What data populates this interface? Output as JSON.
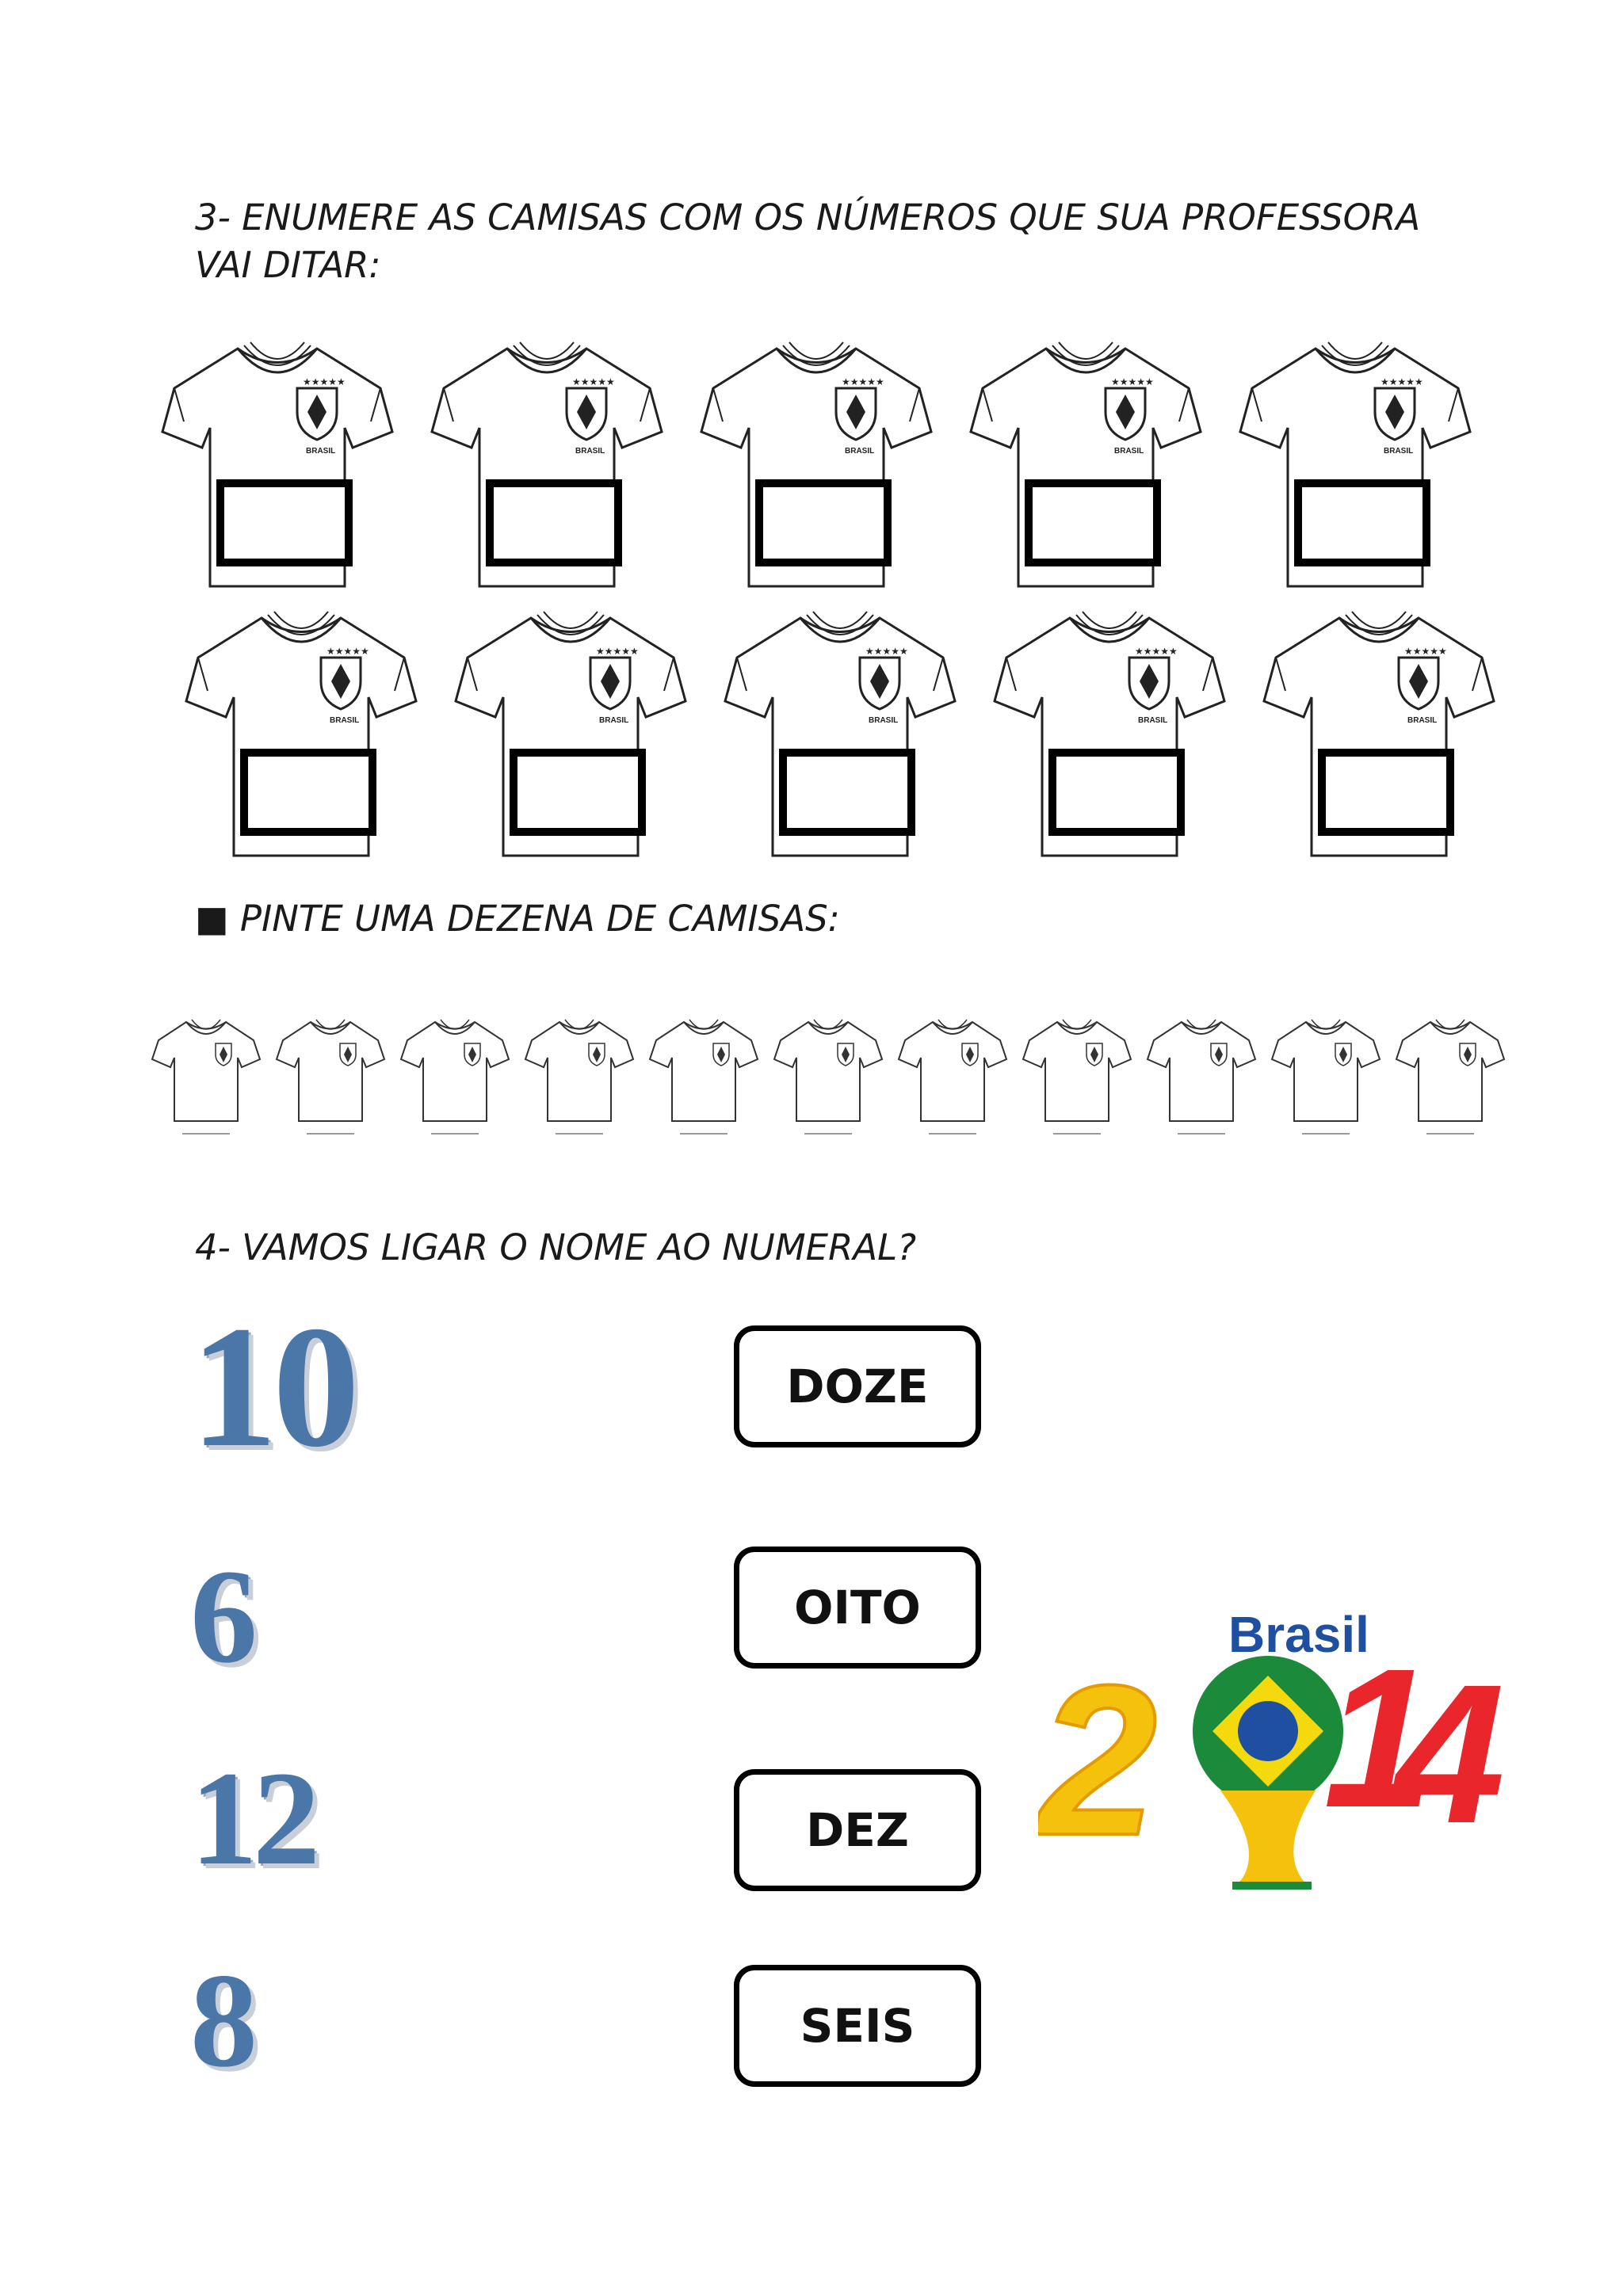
{
  "section3": {
    "title": "3- ENUMERE AS CAMISAS COM OS NÚMEROS QUE SUA PROFESSORA VAI DITAR:",
    "shirt_label": "BRASIL"
  },
  "pinte": {
    "bullet": "■",
    "title": "PINTE UMA DEZENA DE CAMISAS:"
  },
  "section4": {
    "title": "4- VAMOS LIGAR O NOME AO NUMERAL?",
    "numbers": [
      "10",
      "6",
      "12",
      "8"
    ],
    "names": [
      "DOZE",
      "OITO",
      "DEZ",
      "SEIS"
    ]
  },
  "logo": {
    "word": "Brasil",
    "year": "2014"
  }
}
